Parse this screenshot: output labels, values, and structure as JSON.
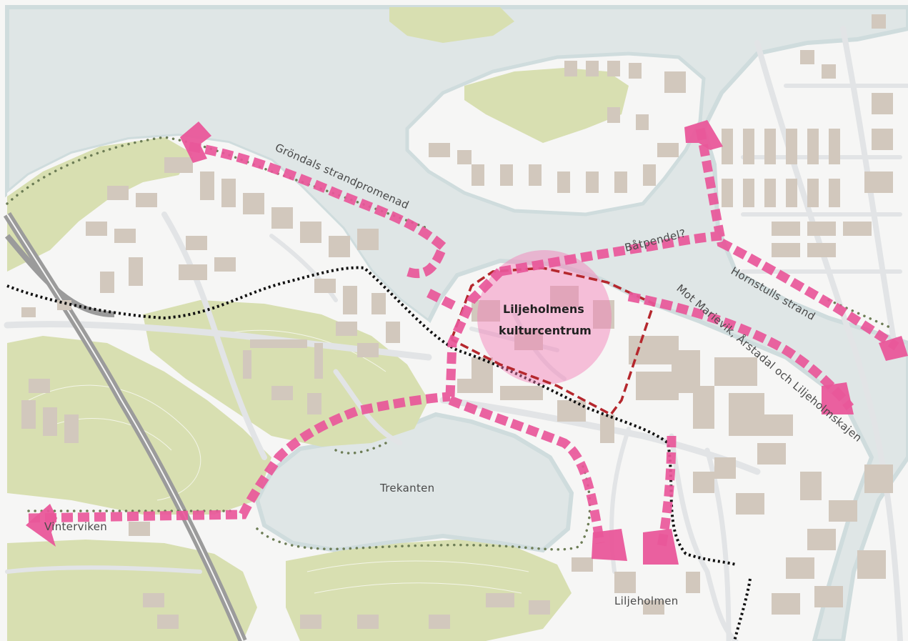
{
  "map": {
    "colors": {
      "water": "#dfe6e6",
      "water_edge": "#cfdcdd",
      "park": "#d8dfb1",
      "land": "#f6f6f5",
      "building": "#d2c8bd",
      "road": "#e2e4e6",
      "highway": "#9b9b9b",
      "route": "#e9579a",
      "focus_circle": "#f47bb5",
      "boundary": "#b5272d",
      "trail": "#6d7d56",
      "railway": "#111111"
    },
    "labels": {
      "grondals": "Gröndals strandpromenad",
      "batpendel": "Båtpendel?",
      "hornstulls": "Hornstulls strand",
      "mariewik": "Mot Marievik, Årstadal och Liljeholmskajen",
      "kulturcentrum_1": "Liljeholmens",
      "kulturcentrum_2": "kulturcentrum",
      "trekanten": "Trekanten",
      "vinterviken": "Vinterviken",
      "liljeholmen": "Liljeholmen"
    },
    "icons": {
      "route_arrow": "route-arrow-icon"
    }
  }
}
